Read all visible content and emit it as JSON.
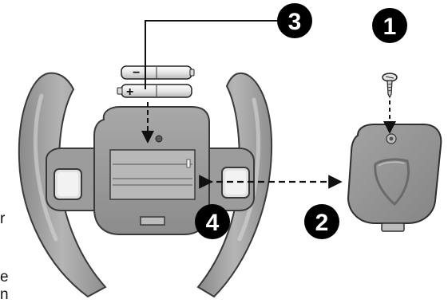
{
  "steps": [
    {
      "number": "1",
      "meaning": "remove screw"
    },
    {
      "number": "2",
      "meaning": "detach battery cover"
    },
    {
      "number": "3",
      "meaning": "insert batteries"
    },
    {
      "number": "4",
      "meaning": "reattach cover"
    }
  ],
  "battery_symbols": {
    "negative": "−",
    "positive": "+"
  },
  "cut_off_text": [
    "r",
    "e",
    "n"
  ],
  "colors": {
    "body": "#9a9a9a",
    "body_dark": "#6f6f6f",
    "body_light": "#bdbdbd",
    "outline": "#3a3a3a",
    "badge": "#000000",
    "badge_text": "#ffffff",
    "arrow": "#111111"
  }
}
